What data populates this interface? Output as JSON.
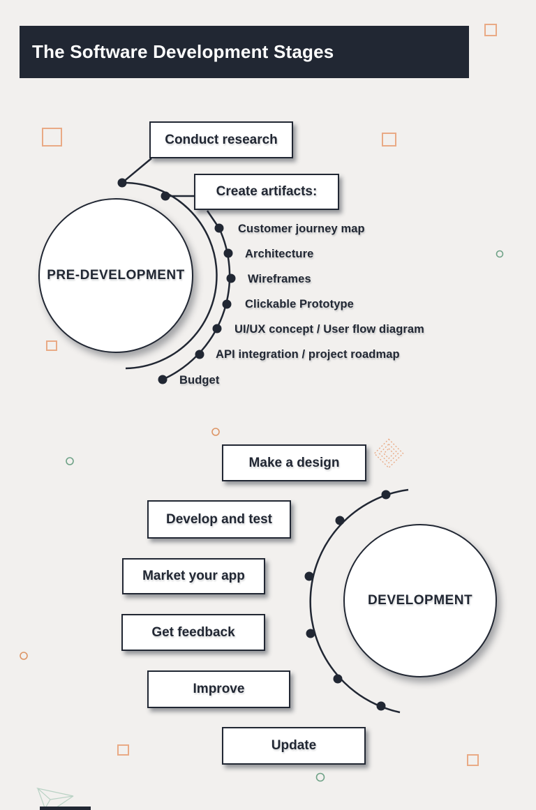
{
  "title": "The Software Development Stages",
  "theme": {
    "background": "#f2f0ee",
    "ink": "#212733",
    "accent_orange": "#e9aa85",
    "accent_green": "#6fa287",
    "box_fill": "#ffffff"
  },
  "pre_development": {
    "label": "PRE-DEVELOPMENT",
    "callouts": [
      {
        "label": "Conduct research"
      },
      {
        "label": "Create artifacts:"
      }
    ],
    "artifacts": [
      "Customer journey map",
      "Architecture",
      "Wireframes",
      "Clickable Prototype",
      "UI/UX concept / User flow diagram",
      "API integration / project roadmap",
      "Budget"
    ]
  },
  "development": {
    "label": "DEVELOPMENT",
    "steps": [
      "Make a design",
      "Develop and test",
      "Market your app",
      "Get feedback",
      "Improve",
      "Update"
    ]
  },
  "decorations": {
    "shapes": [
      "square-outline",
      "circle-outline",
      "diamond-outline",
      "triangle-wireframe"
    ]
  }
}
